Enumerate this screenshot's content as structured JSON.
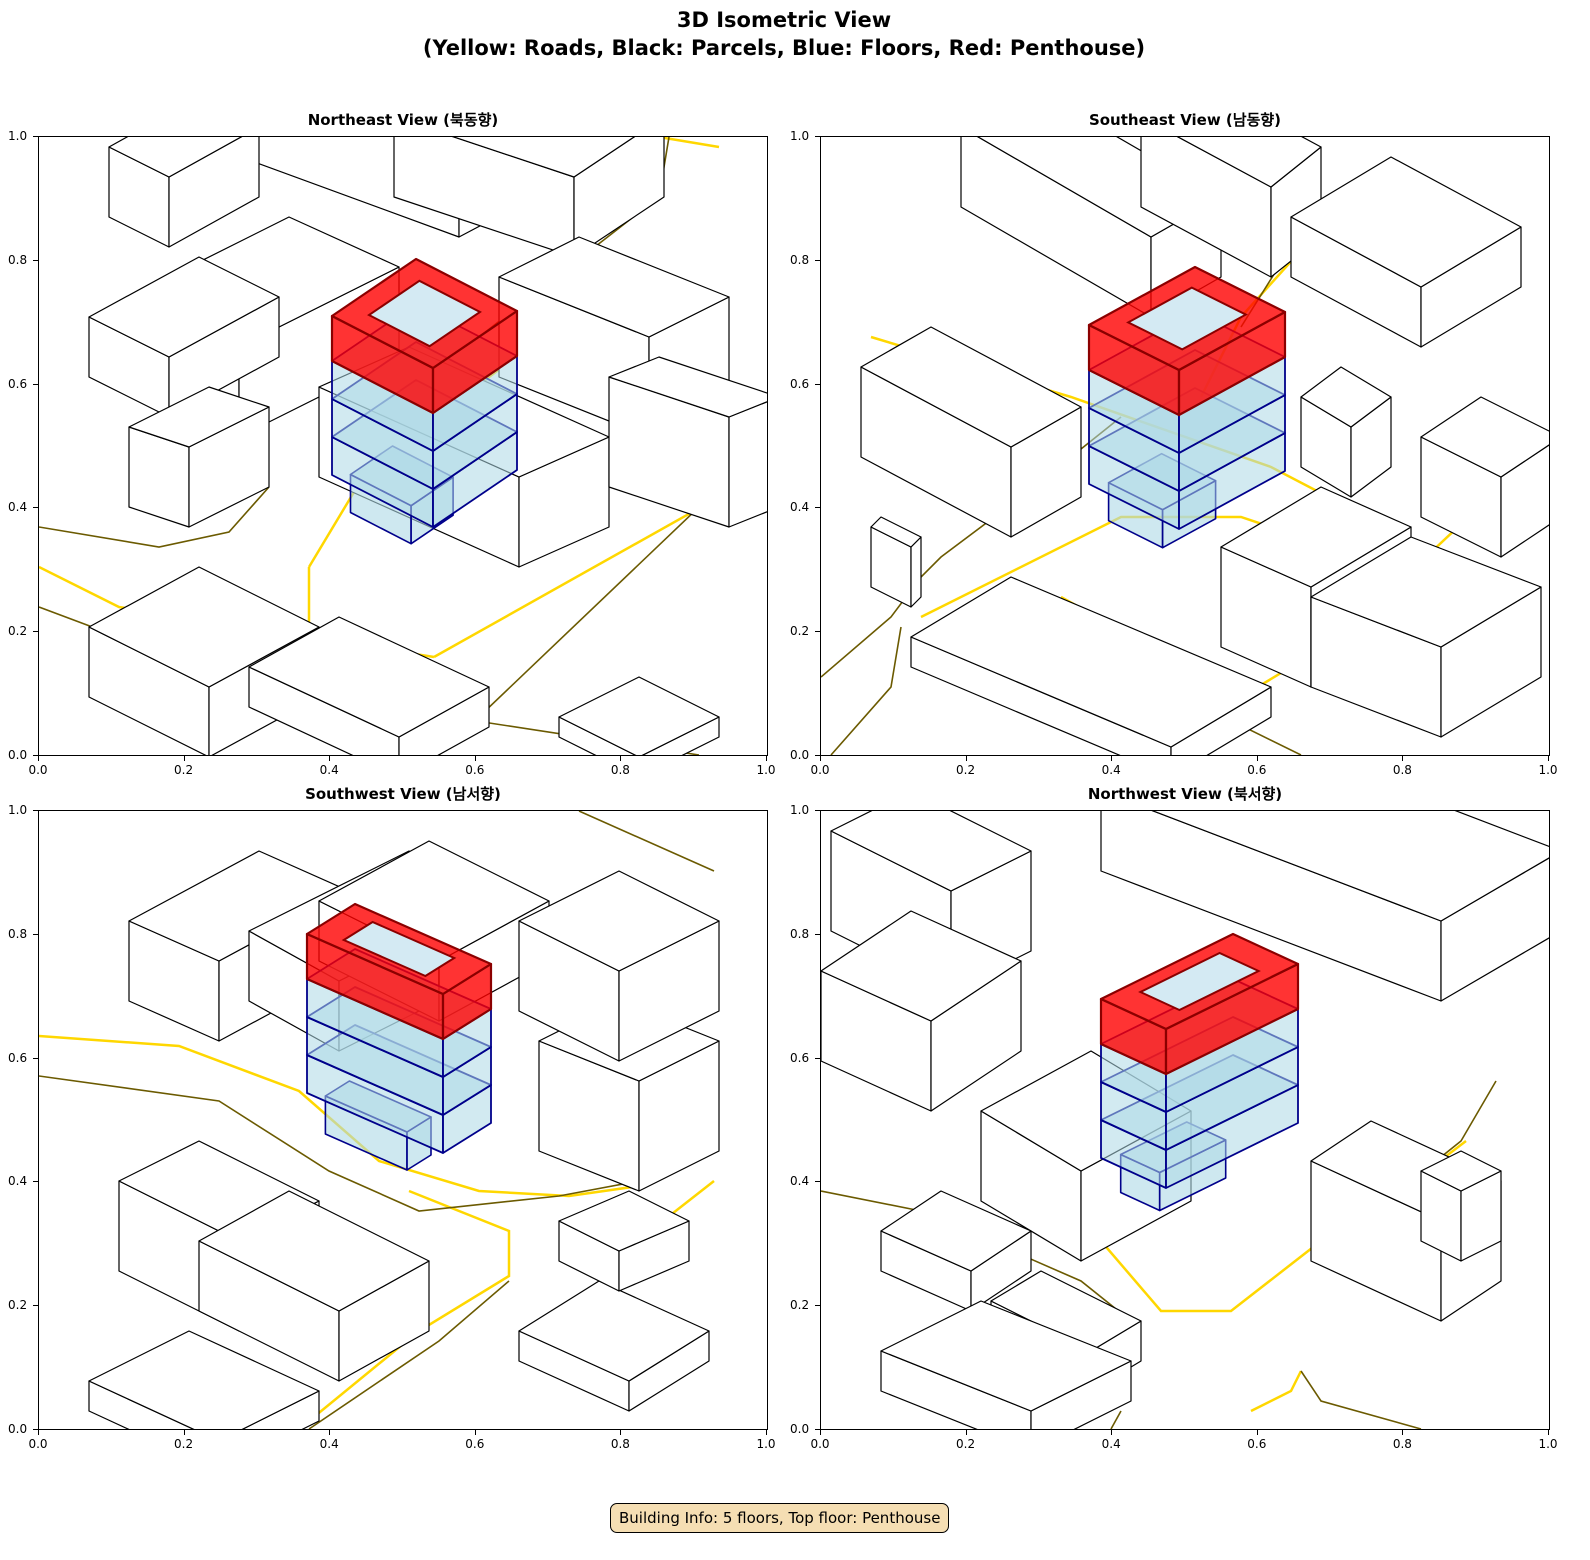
{
  "title": {
    "line1": "3D Isometric View",
    "line2": "(Yellow: Roads, Black: Parcels, Blue: Floors, Red: Penthouse)"
  },
  "panels": [
    {
      "title": "Northeast View (북동향)"
    },
    {
      "title": "Southeast View (남동향)"
    },
    {
      "title": "Southwest View (남서향)"
    },
    {
      "title": "Northwest View (북서향)"
    }
  ],
  "ticks": [
    "0.0",
    "0.2",
    "0.4",
    "0.6",
    "0.8",
    "1.0"
  ],
  "info": "Building Info: 5 floors, Top floor: Penthouse",
  "colors": {
    "road": "#ffd700",
    "parcel": "#000000",
    "floor_fill": "#add8e6",
    "floor_edge": "#00008b",
    "penthouse": "#ff0000"
  }
}
